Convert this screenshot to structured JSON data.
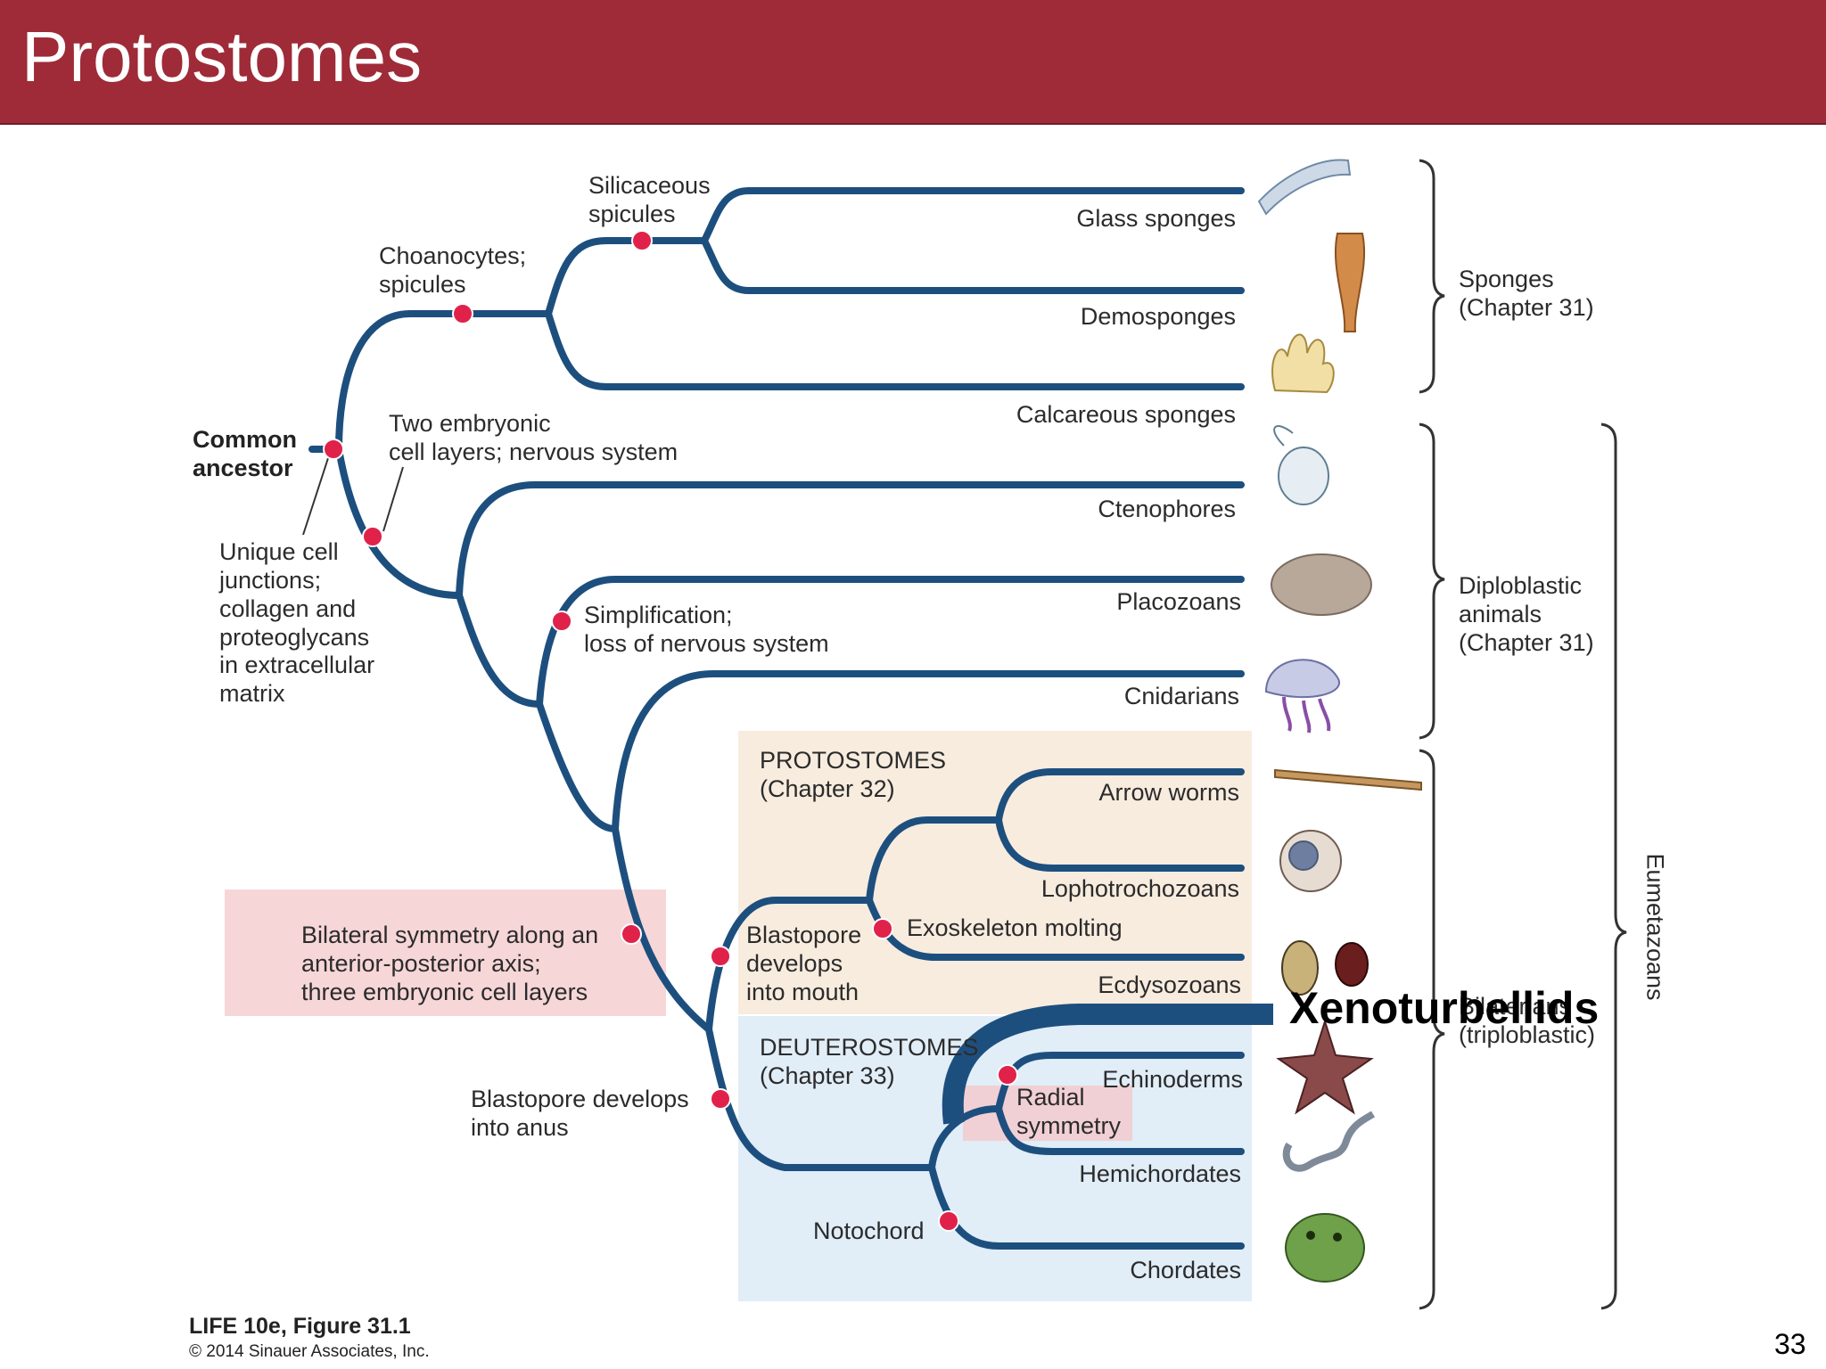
{
  "header": {
    "title": "Protostomes"
  },
  "diagram": {
    "root_label": "Common\nancestor",
    "traits": {
      "root_note": "Unique cell\njunctions;\ncollagen and\nproteoglycans\nin extracellular\nmatrix",
      "choanocytes": "Choanocytes;\nspicules",
      "silicaceous": "Silicaceous\nspicules",
      "two_layers": "Two embryonic\ncell layers; nervous system",
      "simplification": "Simplification;\nloss of nervous system",
      "bilateral": "Bilateral symmetry along an\nanterior-posterior axis;\nthree embryonic cell layers",
      "blastopore_mouth": "Blastopore\ndevelops\ninto mouth",
      "blastopore_anus": "Blastopore develops\ninto anus",
      "exoskeleton": "Exoskeleton molting",
      "radial": "Radial\nsymmetry",
      "notochord": "Notochord"
    },
    "taxa": {
      "glass": "Glass sponges",
      "demo": "Demosponges",
      "calcareous": "Calcareous sponges",
      "cteno": "Ctenophores",
      "placo": "Placozoans",
      "cnid": "Cnidarians",
      "arrow": "Arrow worms",
      "lopho": "Lophotrochozoans",
      "ecdy": "Ecdysozoans",
      "echino": "Echinoderms",
      "hemi": "Hemichordates",
      "chord": "Chordates"
    },
    "boxes": {
      "protostomes": "PROTOSTOMES\n(Chapter 32)",
      "deuterostomes": "DEUTEROSTOMES\n(Chapter 33)"
    },
    "groups": {
      "sponges": "Sponges\n(Chapter 31)",
      "diploblastic": "Diploblastic\nanimals\n(Chapter 31)",
      "bilaterians": "Bilaterians\n(triploblastic)",
      "eumetazoans": "Eumetazoans"
    },
    "overlay_label": "Xenoturbellids"
  },
  "footer": {
    "figure": "LIFE 10e, Figure 31.1",
    "copyright": "© 2014 Sinauer Associates, Inc.",
    "page": "33"
  }
}
